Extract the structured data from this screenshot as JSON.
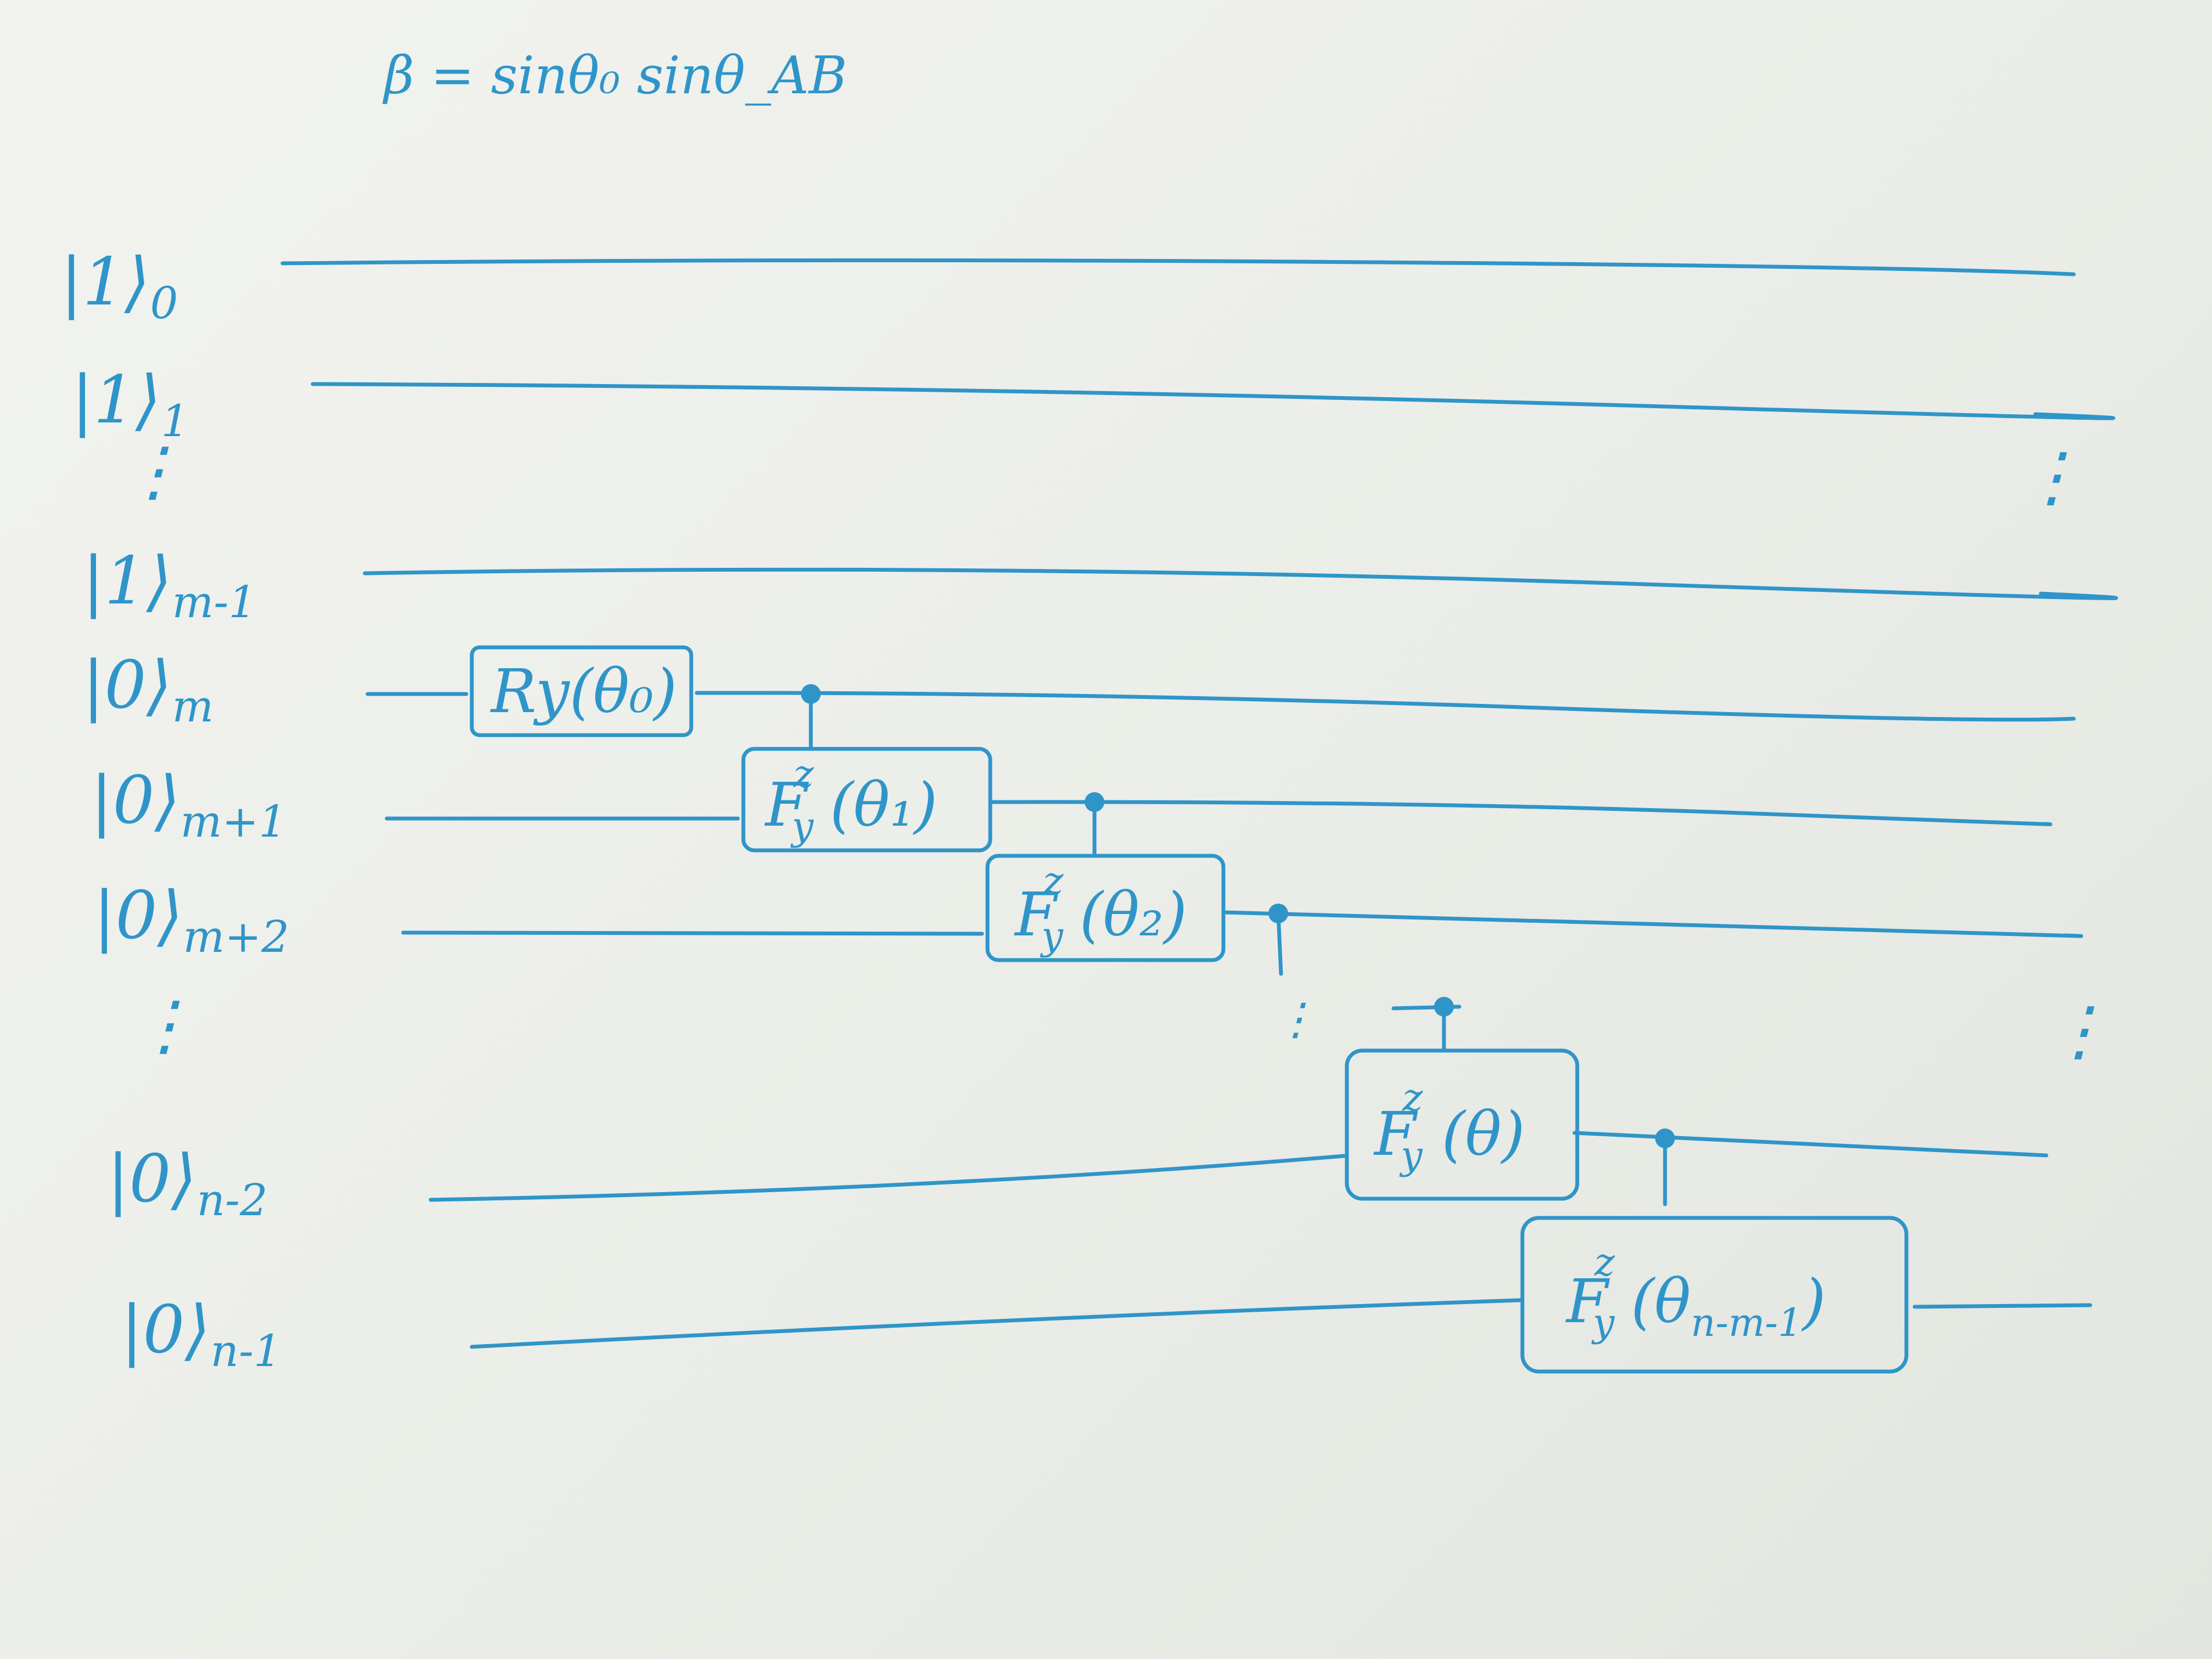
{
  "formula": "β = sinθ₀ sinθ_AB",
  "qubits": [
    {
      "ket": "|1⟩",
      "sub": "0"
    },
    {
      "ket": "|1⟩",
      "sub": "1"
    },
    {
      "ket": "|1⟩",
      "sub": "m-1"
    },
    {
      "ket": "|0⟩",
      "sub": "m"
    },
    {
      "ket": "|0⟩",
      "sub": "m+1"
    },
    {
      "ket": "|0⟩",
      "sub": "m+2"
    },
    {
      "ket": "|0⟩",
      "sub": "n-2"
    },
    {
      "ket": "|0⟩",
      "sub": "n-1"
    }
  ],
  "gates": [
    {
      "name": "Ry(θ₀)"
    },
    {
      "base": "F",
      "sup": "z",
      "sub": "y",
      "arg": "(θ₁)"
    },
    {
      "base": "F",
      "sup": "z",
      "sub": "y",
      "arg": "(θ₂)"
    },
    {
      "base": "F",
      "sup": "z",
      "sub": "y",
      "arg": "(θ)"
    },
    {
      "base": "F",
      "sup": "z",
      "sub": "y",
      "arg": "(θ",
      "arg_sub": "n-m-1",
      "arg_end": ")"
    }
  ],
  "ellipsis": "⋮",
  "ink_color": "#2f95c9"
}
